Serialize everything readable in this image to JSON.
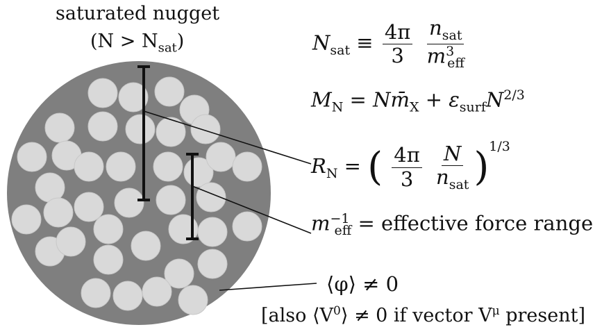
{
  "diagram": {
    "title": "saturated nugget",
    "subtitle": "(N > N",
    "subtitle_sub": "sat",
    "subtitle_tail": ")",
    "colors": {
      "nugget_fill": "#7f7f7f",
      "particle_fill": "#d9d9d9",
      "line": "#111111"
    },
    "equations": {
      "nsat": {
        "lhs": "N",
        "lhs_sub": "sat",
        "rel": " ≡ ",
        "frac1_num": "4π",
        "frac1_den": "3",
        "frac2_num": "n",
        "frac2_num_sub": "sat",
        "frac2_den": "m",
        "frac2_den_sup": "3",
        "frac2_den_sub": "eff"
      },
      "mn": {
        "lhs": "M",
        "lhs_sub": "N",
        "rel": " = ",
        "term1": "N",
        "mbar": "m̄",
        "mbar_sub": "X",
        "plus": " + ",
        "eps": "ε",
        "eps_sub": "surf",
        "n2": "N",
        "n2_sup": "2/3"
      },
      "rn": {
        "lhs": "R",
        "lhs_sub": "N",
        "rel": " = ",
        "open": "(",
        "frac1_num": "4π",
        "frac1_den": "3",
        "frac2_num": "N",
        "frac2_den": "n",
        "frac2_den_sub": "sat",
        "close": ")",
        "exp": "1/3"
      },
      "range": {
        "lhs": "m",
        "lhs_sup": "−1",
        "lhs_sub": "eff",
        "rel": " = ",
        "text": "effective force range"
      },
      "phi": {
        "text": "⟨φ⟩ ≠ 0"
      },
      "also": {
        "part1": "[also ⟨V",
        "sup1": "0",
        "part2": "⟩ ≠ 0 if vector V",
        "sup2": "μ",
        "part3": " present]"
      }
    }
  }
}
